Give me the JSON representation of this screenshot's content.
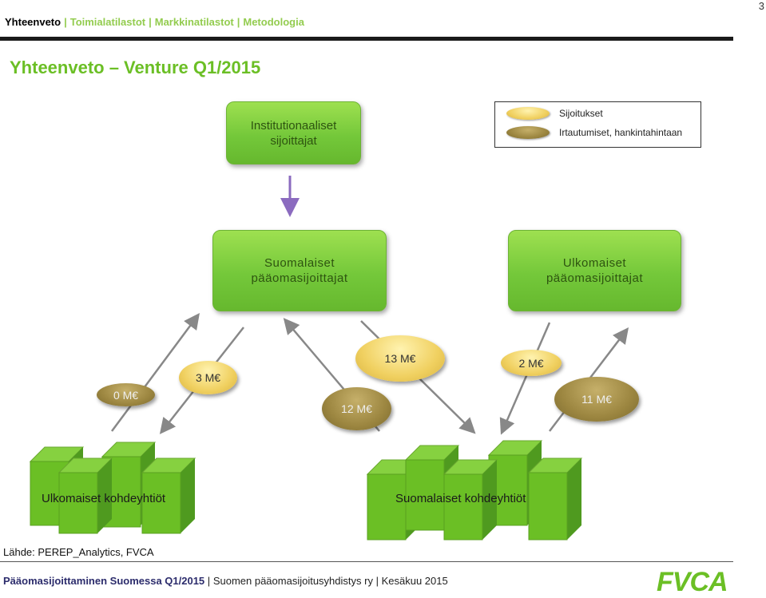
{
  "nav": {
    "items": [
      "Yhteenveto",
      "Toimialatilastot",
      "Markkinatilastot",
      "Metodologia"
    ],
    "separator": "|"
  },
  "page_number": "3",
  "title": "Yhteenveto – Venture Q1/2015",
  "legend": {
    "items": [
      {
        "label": "Sijoitukset",
        "color": "#f0d060"
      },
      {
        "label": "Irtautumiset, hankintahintaan",
        "color": "#9c8640"
      }
    ]
  },
  "boxes": {
    "institutional": "Institutionaaliset\nsijoittajat",
    "domestic_investors": "Suomalaiset\npääomasijoittajat",
    "foreign_investors": "Ulkomaiset\npääomasijoittajat"
  },
  "flows": {
    "v1": "0 M€",
    "v2": "3 M€",
    "v3": "12 M€",
    "v4": "13 M€",
    "v5": "2 M€",
    "v6": "11 M€"
  },
  "groups": {
    "foreign_companies": "Ulkomaiset kohdeyhtiöt",
    "domestic_companies": "Suomalaiset kohdeyhtiöt"
  },
  "source": "Lähde: PEREP_Analytics, FVCA",
  "footer": {
    "bold": "Pääomasijoittaminen Suomessa Q1/2015",
    "sep": "|",
    "org": "Suomen pääomasijoitusyhdistys ry",
    "date": "Kesäkuu 2015"
  },
  "logo_text": "FVCA",
  "colors": {
    "accent_green": "#6bbf25",
    "box_green": "#74c83a",
    "arrow_gray": "#888888",
    "arrow_purple": "#8b6bbf"
  }
}
